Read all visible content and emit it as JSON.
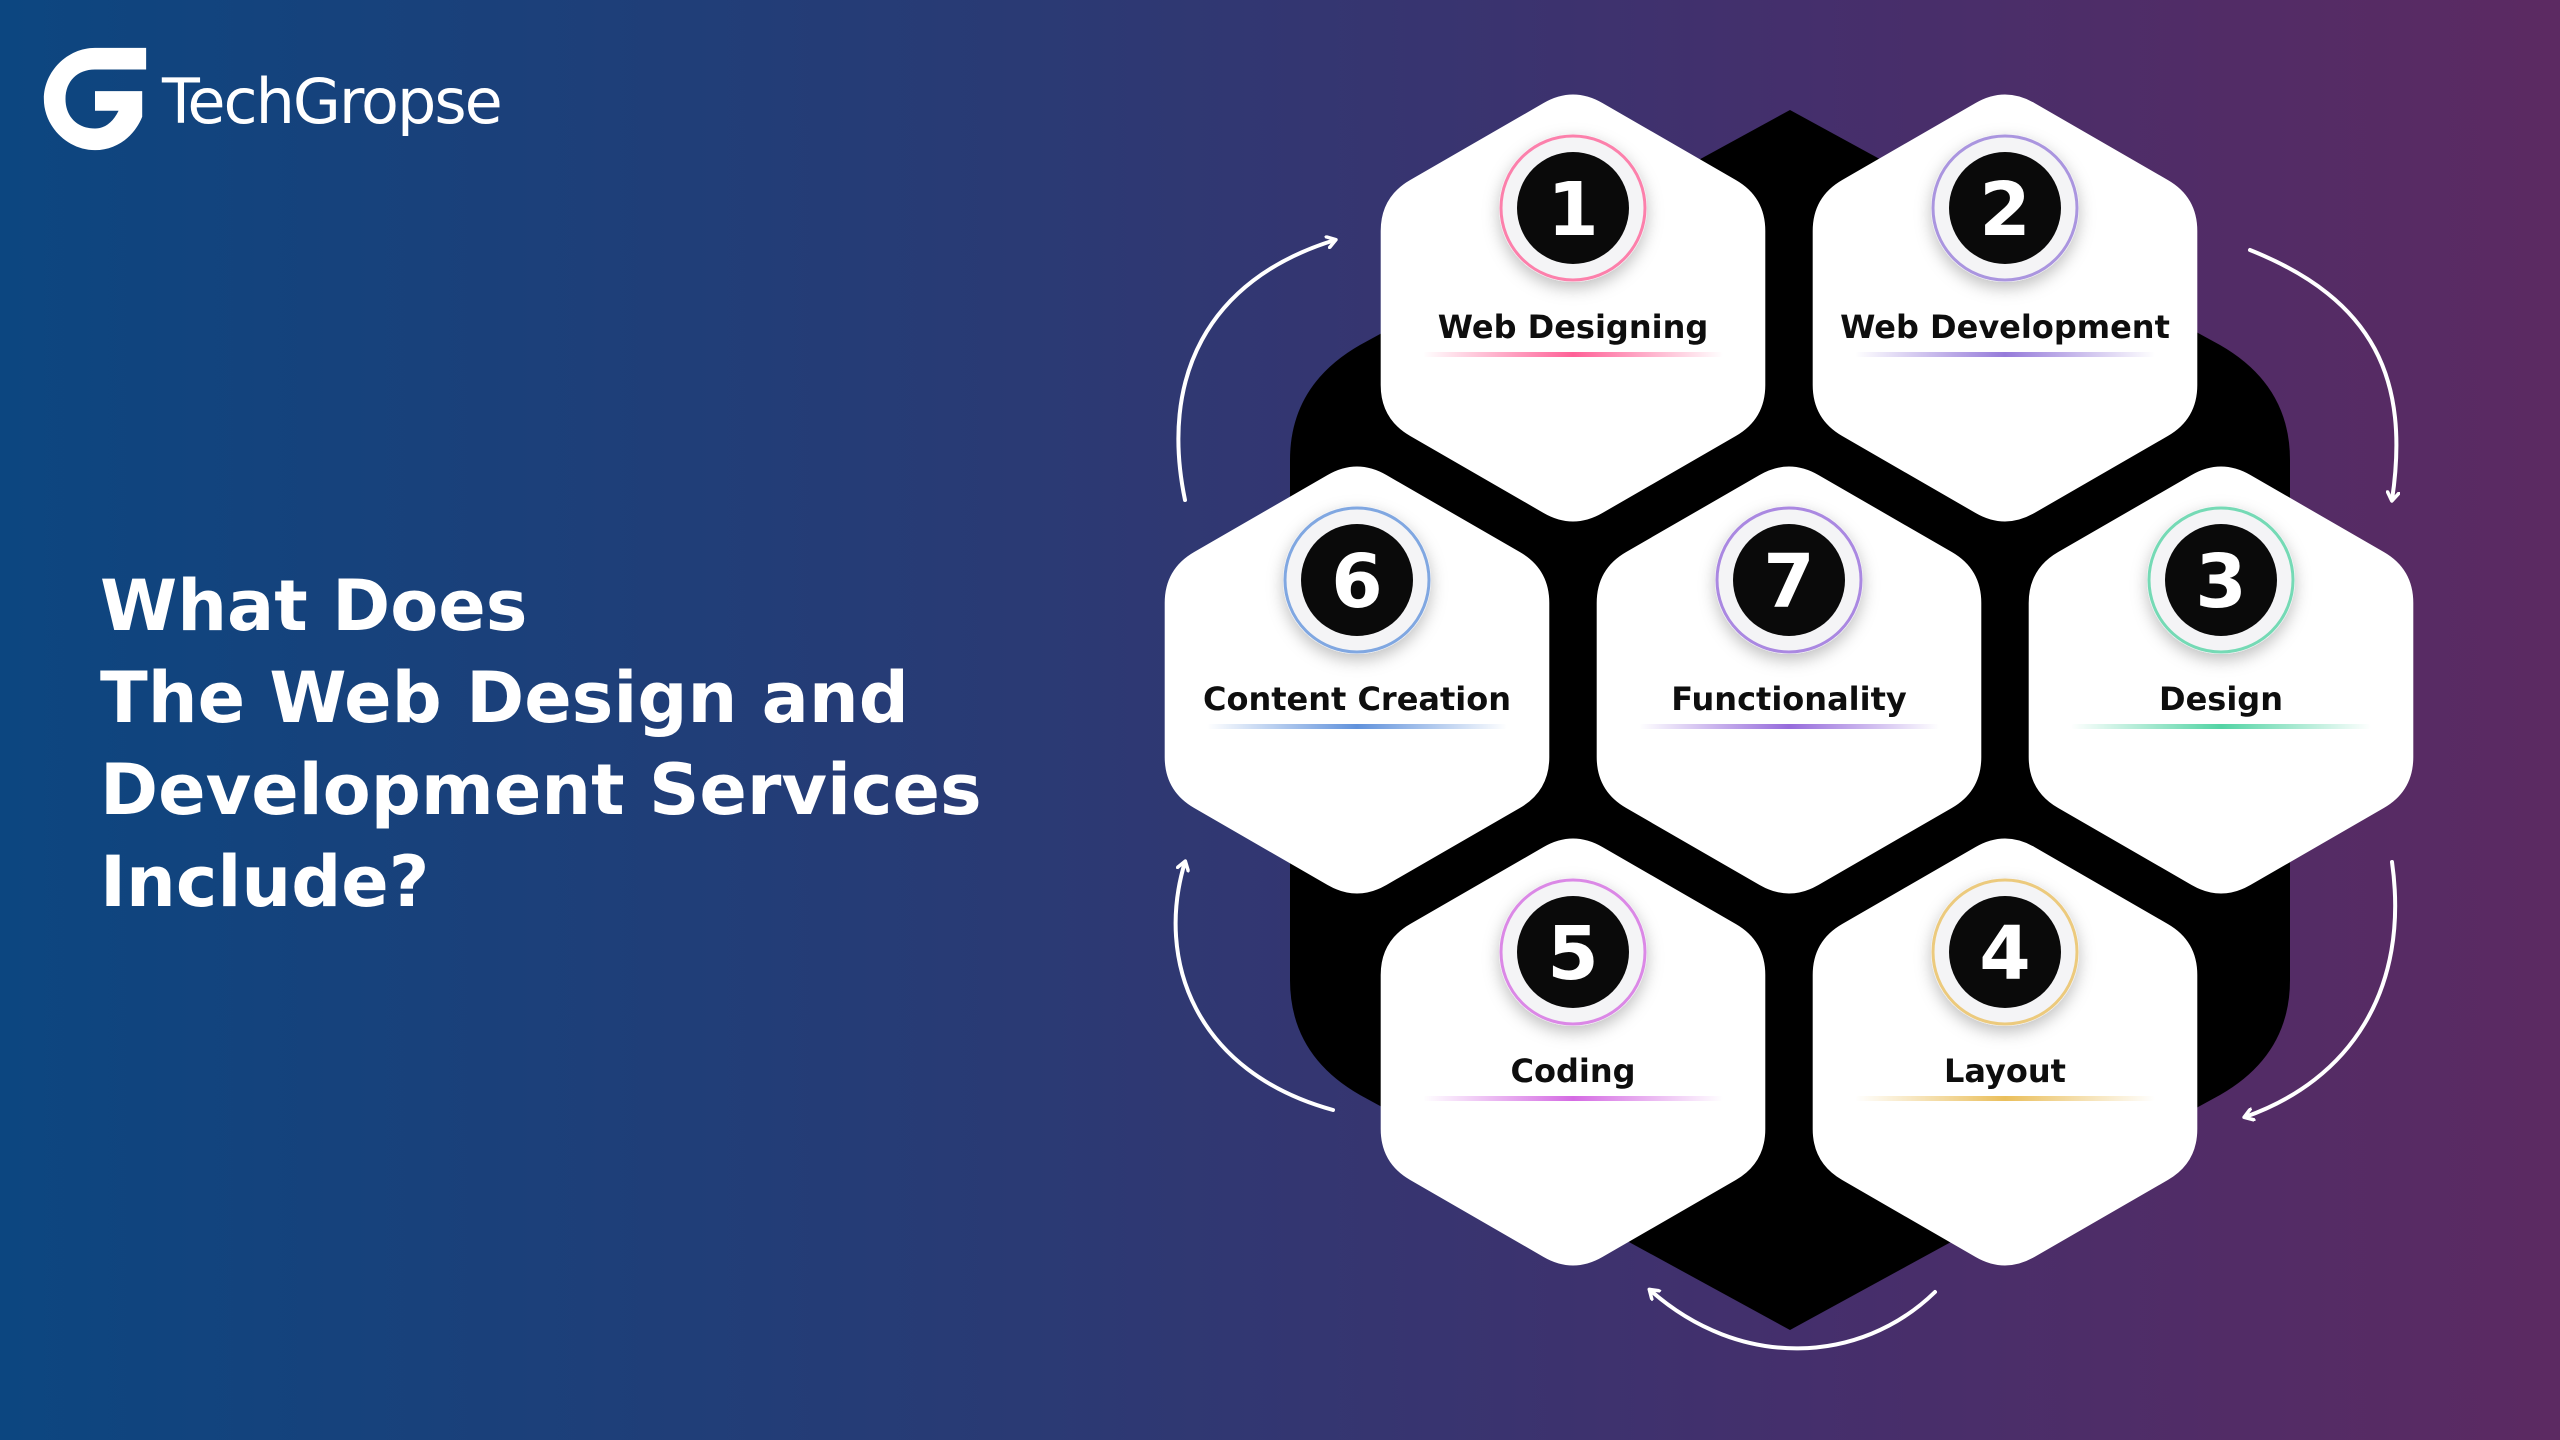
{
  "brand": {
    "name": "TechGropse"
  },
  "headline": {
    "lines": [
      "What Does",
      "The Web Design and",
      "Development Services",
      "Include?"
    ]
  },
  "steps": [
    {
      "number": "1",
      "label": "Web Designing",
      "accent": "#ff4f8b"
    },
    {
      "number": "2",
      "label": "Web Development",
      "accent": "#8a6cd6"
    },
    {
      "number": "3",
      "label": "Design",
      "accent": "#3fcf9a"
    },
    {
      "number": "4",
      "label": "Layout",
      "accent": "#e8b84a"
    },
    {
      "number": "5",
      "label": "Coding",
      "accent": "#d05ae0"
    },
    {
      "number": "6",
      "label": "Content Creation",
      "accent": "#4f86d8"
    },
    {
      "number": "7",
      "label": "Functionality",
      "accent": "#8a5ad8"
    }
  ],
  "colors": {
    "hex_fill": "#ffffff",
    "backdrop": "#000000",
    "badge": "#0a0a0a",
    "arrows": "#ffffff"
  }
}
